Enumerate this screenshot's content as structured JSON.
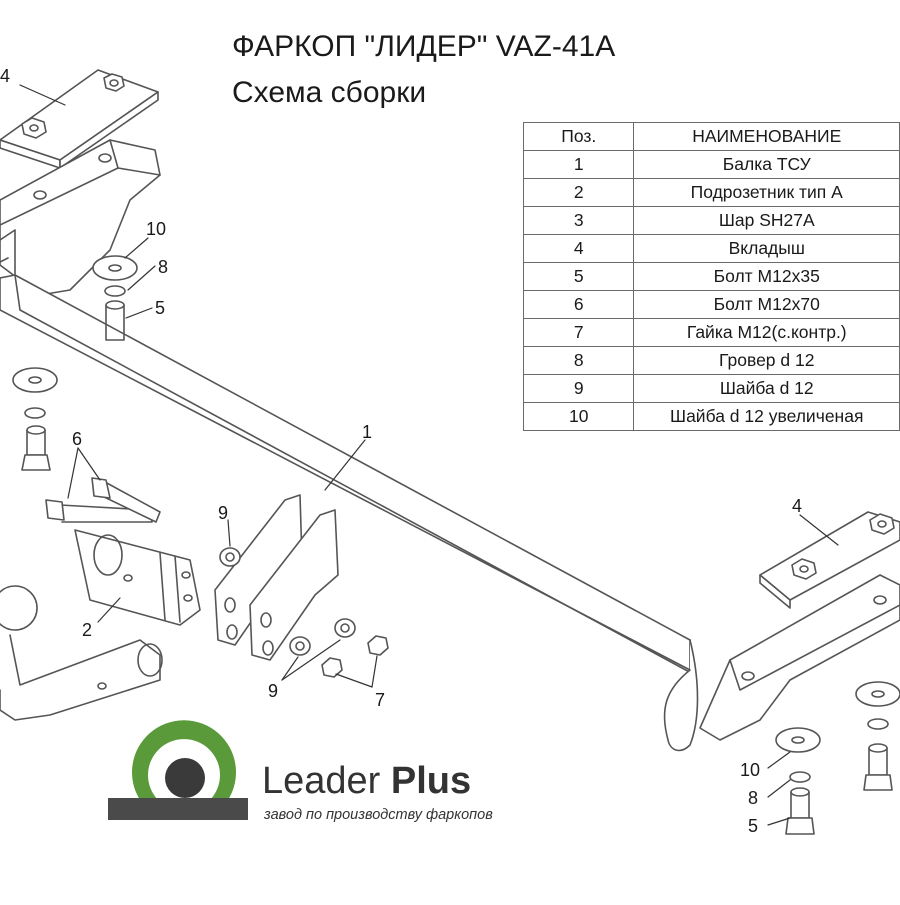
{
  "title": "ФАРКОП \"ЛИДЕР\" VAZ-41A",
  "subtitle": "Схема сборки",
  "parts_table": {
    "headers": {
      "pos": "Поз.",
      "name": "НАИМЕНОВАНИЕ"
    },
    "rows": [
      {
        "pos": "1",
        "name": "Балка ТСУ"
      },
      {
        "pos": "2",
        "name": "Подрозетник тип А"
      },
      {
        "pos": "3",
        "name": "Шар SH27A"
      },
      {
        "pos": "4",
        "name": "Вкладыш"
      },
      {
        "pos": "5",
        "name": "Болт М12х35"
      },
      {
        "pos": "6",
        "name": "Болт М12х70"
      },
      {
        "pos": "7",
        "name": "Гайка М12(с.контр.)"
      },
      {
        "pos": "8",
        "name": "Гровер d 12"
      },
      {
        "pos": "9",
        "name": "Шайба d 12"
      },
      {
        "pos": "10",
        "name": "Шайба d 12 увеличеная"
      }
    ]
  },
  "callouts": {
    "c4_left": "4",
    "c10_left": "10",
    "c8_left": "8",
    "c5_left": "5",
    "c1": "1",
    "c6": "6",
    "c2": "2",
    "c9_top": "9",
    "c9_bottom": "9",
    "c7": "7",
    "c4_right": "4",
    "c10_right": "10",
    "c8_right": "8",
    "c5_right": "5"
  },
  "logo": {
    "word_light": "Leader ",
    "word_bold": "Plus",
    "tagline": "завод по производству фаркопов",
    "colors": {
      "ring": "#5a9a3a",
      "base": "#4a4a4a"
    }
  }
}
